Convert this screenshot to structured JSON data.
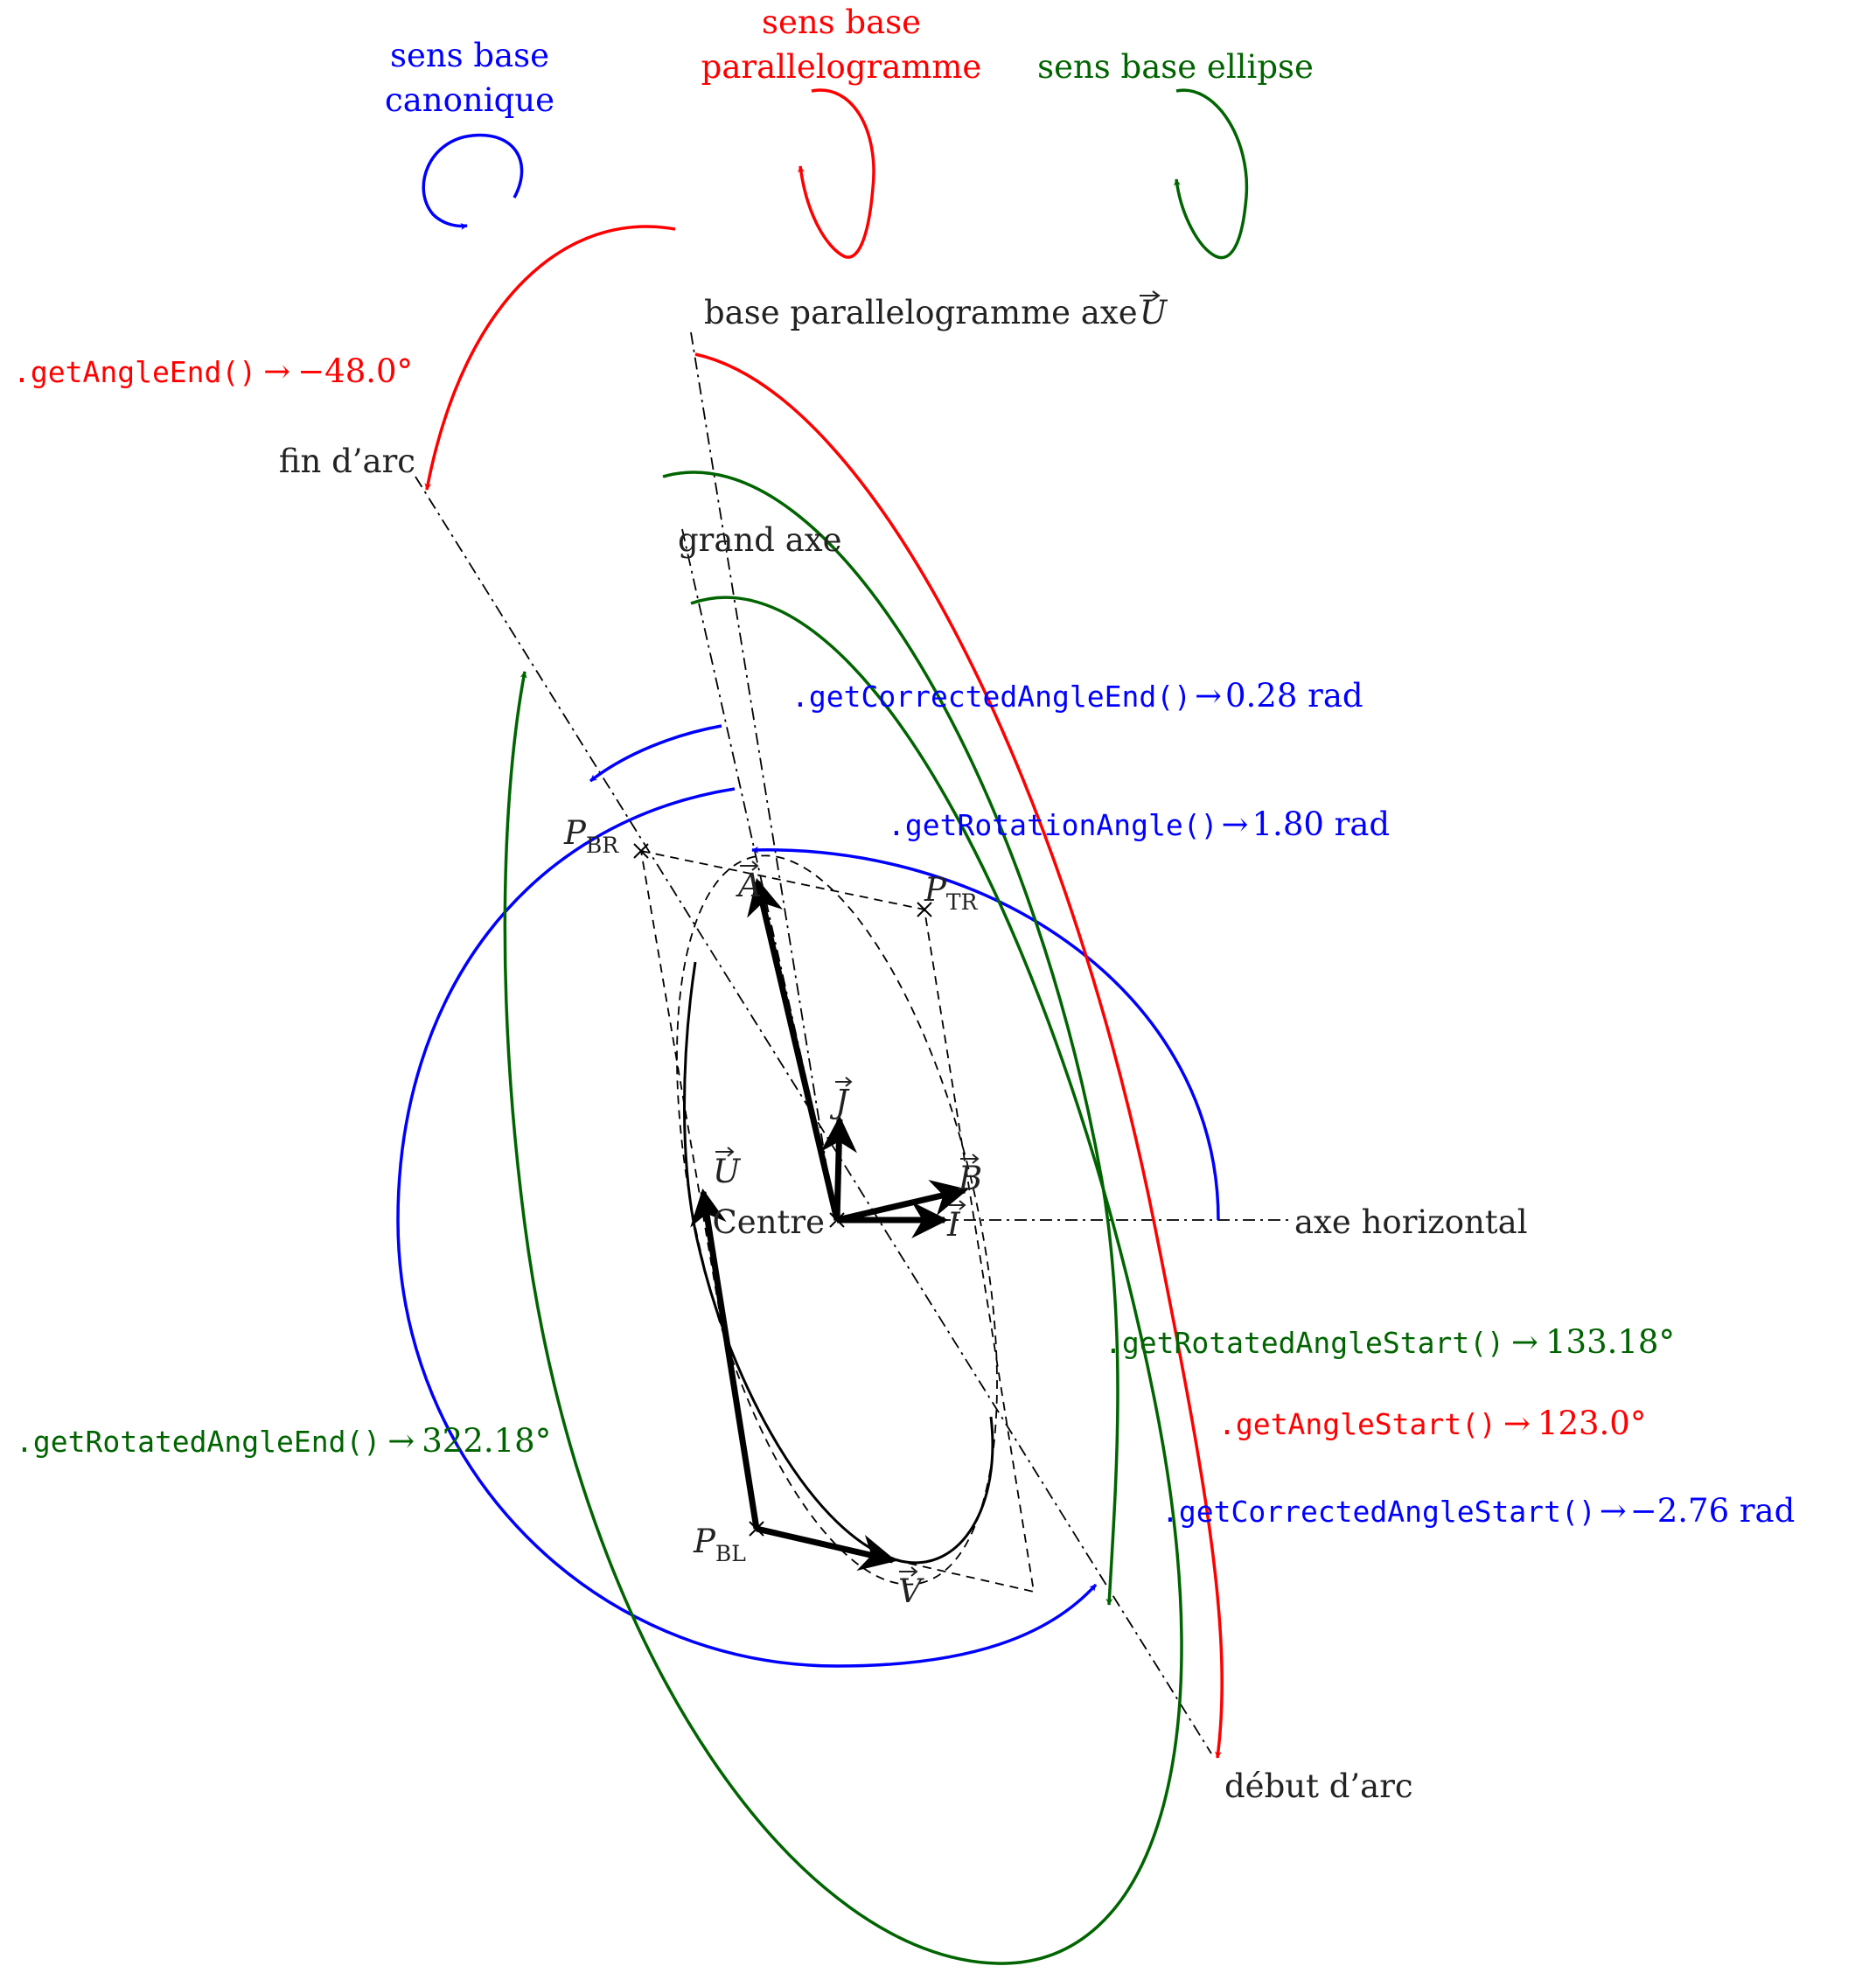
{
  "colors": {
    "canonical": "#0000ff",
    "parallelogram": "#ff0000",
    "ellipse": "#006400",
    "construction": "#000000"
  },
  "legend": {
    "canonical": [
      "sens base",
      "canonique"
    ],
    "parallelogram": [
      "sens base",
      "parallelogramme"
    ],
    "ellipse": "sens base ellipse"
  },
  "labels": {
    "base_axis": "base parallelogramme axe",
    "base_axis_vec": "U",
    "end_of_arc": "fin d’arc",
    "start_of_arc": "début d’arc",
    "major_axis": "grand axe",
    "horizontal_axis": "axe horizontal",
    "centre": "Centre"
  },
  "points": {
    "p_br": {
      "letter": "P",
      "sub": "BR"
    },
    "p_tr": {
      "letter": "P",
      "sub": "TR"
    },
    "p_bl": {
      "letter": "P",
      "sub": "BL"
    }
  },
  "vectors": {
    "a": "A",
    "b": "B",
    "i": "I",
    "j": "J",
    "u": "U",
    "v": "V"
  },
  "annotations": {
    "angle_end": {
      "method": ".getAngleEnd()",
      "value": "−48.0°"
    },
    "angle_start": {
      "method": ".getAngleStart()",
      "value": "123.0°"
    },
    "corrected_angle_end": {
      "method": ".getCorrectedAngleEnd()",
      "value": "0.28 rad"
    },
    "corrected_angle_start": {
      "method": ".getCorrectedAngleStart()",
      "value": "−2.76 rad"
    },
    "rotation_angle": {
      "method": ".getRotationAngle()",
      "value": "1.80 rad"
    },
    "rotated_angle_start": {
      "method": ".getRotatedAngleStart()",
      "value": "133.18°"
    },
    "rotated_angle_end": {
      "method": ".getRotatedAngleEnd()",
      "value": "322.18°"
    }
  },
  "arrow": "→"
}
